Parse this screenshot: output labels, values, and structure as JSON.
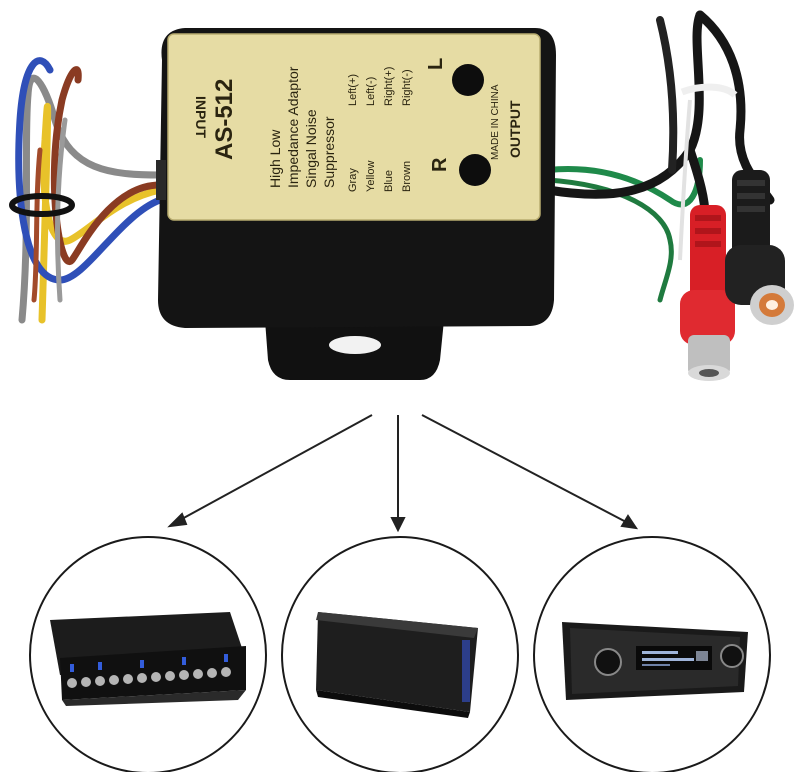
{
  "product": {
    "model": "AS-512",
    "description_lines": [
      "High Low",
      "Impedance Adaptor",
      "Singal Noise",
      "Suppressor"
    ],
    "input_label": "INPUT",
    "output_label": "OUTPUT",
    "origin_label": "MADE IN CHINA",
    "channel_left": "L",
    "channel_right": "R",
    "wire_colors": [
      "Gray",
      "Yellow",
      "Blue",
      "Brown"
    ],
    "wire_channels": [
      "Left(+)",
      "Left(-)",
      "Right(+)",
      "Right(-)"
    ]
  },
  "devices": [
    {
      "icon": "equalizer-icon"
    },
    {
      "icon": "amplifier-icon"
    },
    {
      "icon": "car-stereo-icon"
    }
  ],
  "colors": {
    "label_plate": "#e6dca4",
    "housing": "#141414",
    "rca_red": "#d81f26",
    "rca_black": "#1b1b1b",
    "wire_gray": "#8a8a8a",
    "wire_yellow": "#e8c22a",
    "wire_blue": "#2f4fb8",
    "wire_brown": "#8a3b22",
    "wire_green": "#1f8a4a"
  }
}
